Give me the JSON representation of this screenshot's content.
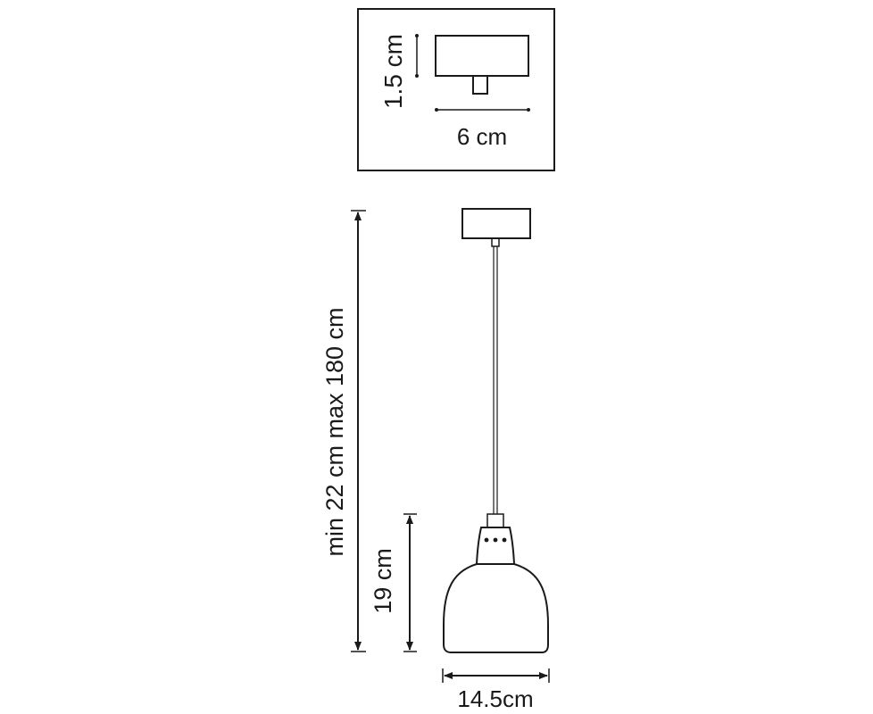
{
  "colors": {
    "stroke": "#1a1a1a",
    "background": "#ffffff"
  },
  "inset": {
    "height_label": "1.5 cm",
    "width_label": "6 cm"
  },
  "main": {
    "total_length_label": "min 22 cm max 180 cm",
    "shade_height_label": "19 cm",
    "shade_width_label": "14.5cm"
  }
}
